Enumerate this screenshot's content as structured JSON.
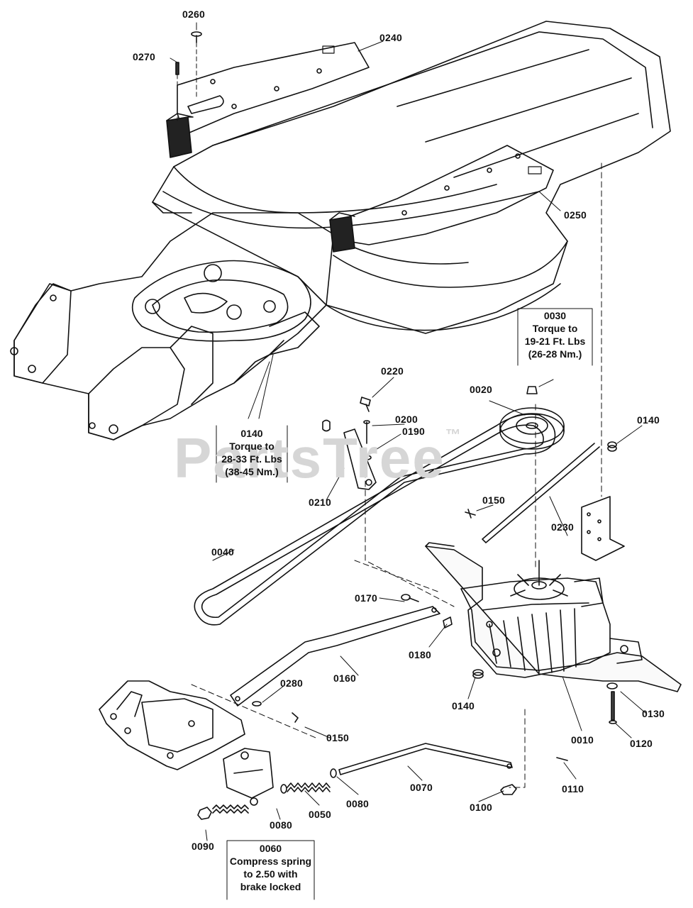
{
  "watermark": "PartsTree",
  "watermark_mark": "™",
  "labels": {
    "p0260": "0260",
    "p0270": "0270",
    "p0240": "0240",
    "p0250": "0250",
    "p0220": "0220",
    "p0200": "0200",
    "p0190": "0190",
    "p0210": "0210",
    "p0020": "0020",
    "p0140a": "0140",
    "p0140b": "0140",
    "p0140c": "0140",
    "p0150a": "0150",
    "p0150b": "0150",
    "p0230": "0230",
    "p0040": "0040",
    "p0170": "0170",
    "p0180": "0180",
    "p0160": "0160",
    "p0280": "0280",
    "p0010": "0010",
    "p0130": "0130",
    "p0120": "0120",
    "p0110": "0110",
    "p0100": "0100",
    "p0070": "0070",
    "p0080a": "0080",
    "p0080b": "0080",
    "p0050": "0050",
    "p0090": "0090"
  },
  "notes": {
    "n0030": {
      "line1": "0030",
      "line2": "Torque to",
      "line3": "19-21 Ft. Lbs",
      "line4": "(26-28 Nm.)"
    },
    "n0140": {
      "line1": "0140",
      "line2": "Torque to",
      "line3": "28-33 Ft. Lbs",
      "line4": "(38-45 Nm.)"
    },
    "n0060": {
      "line1": "0060",
      "line2": "Compress spring",
      "line3": "to 2.50 with",
      "line4": "brake locked"
    }
  }
}
